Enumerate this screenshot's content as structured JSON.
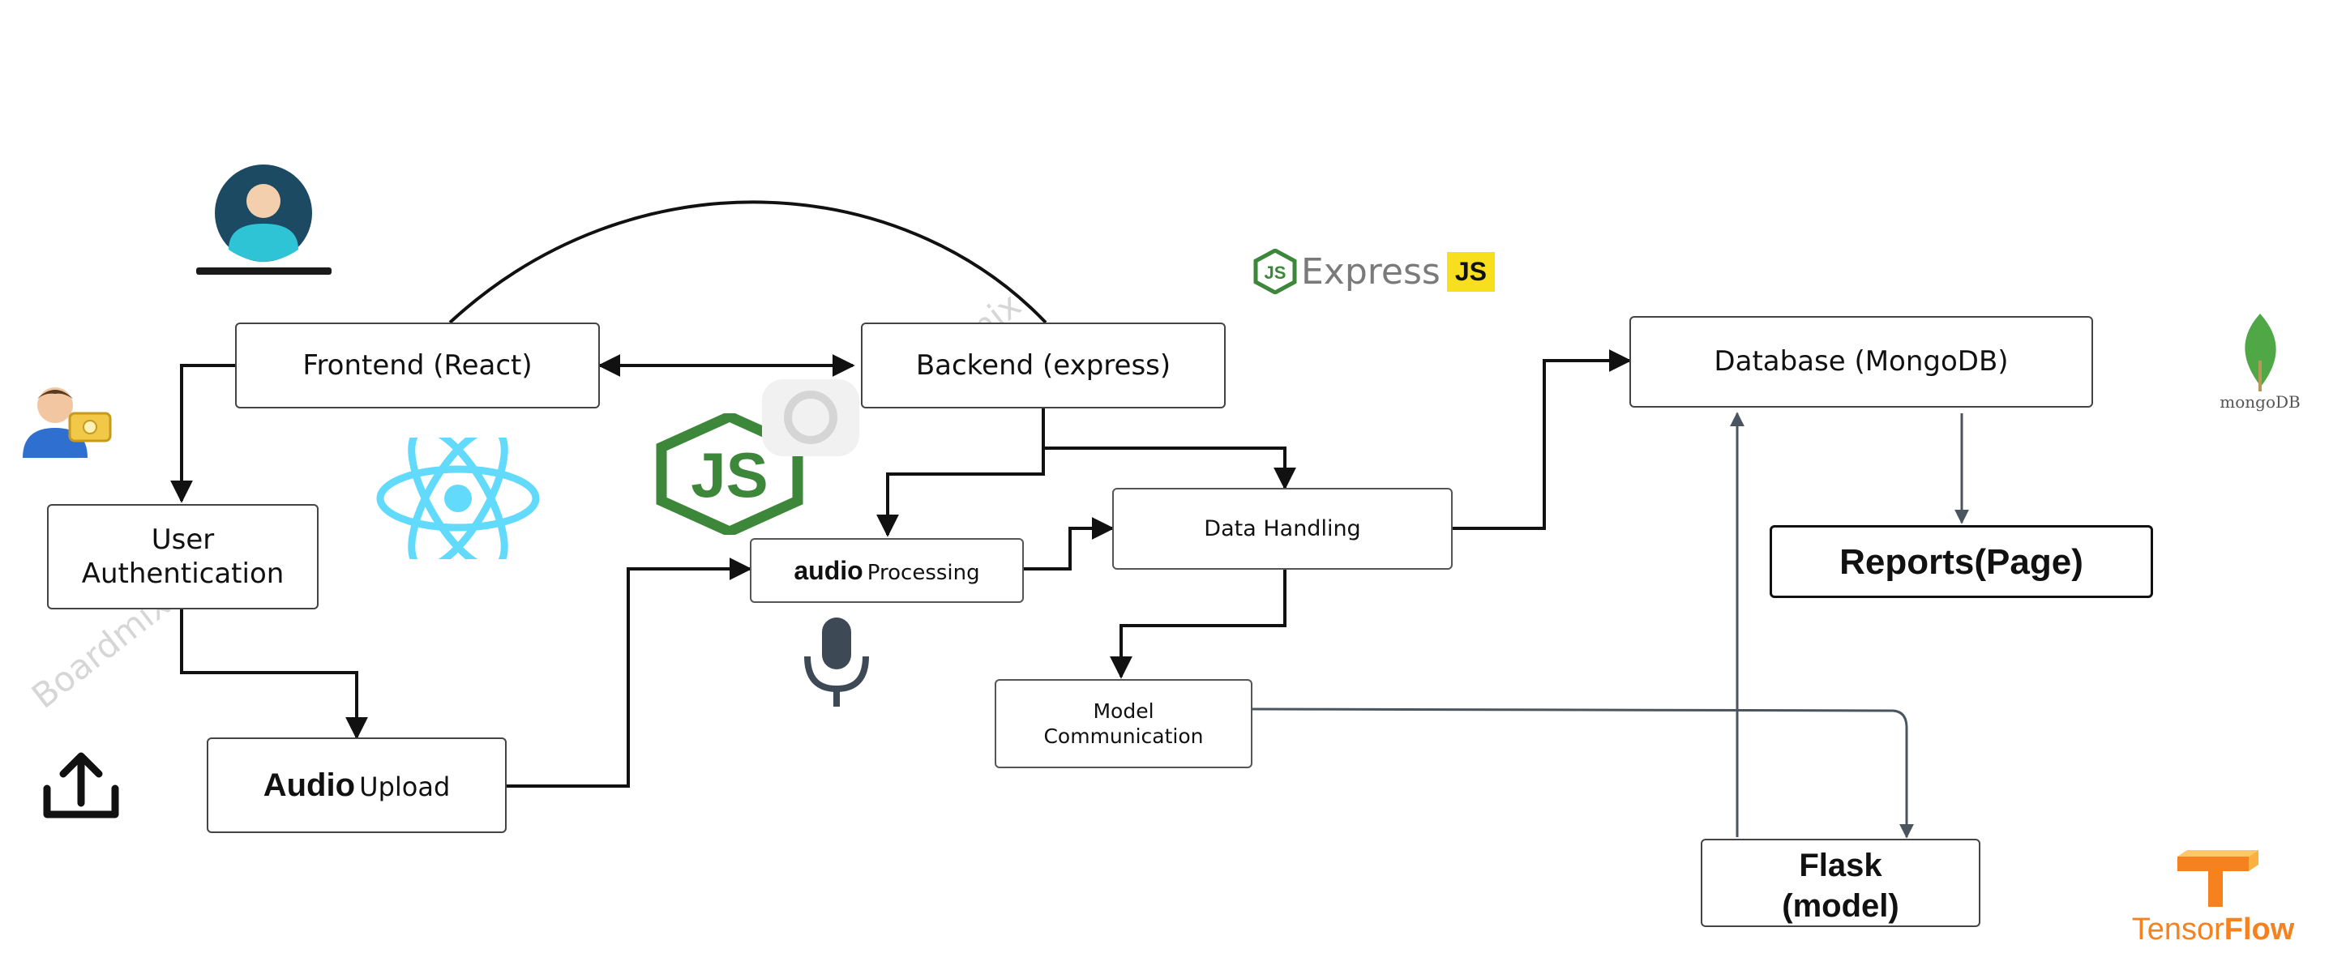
{
  "nodes": {
    "frontend": "Frontend (React)",
    "backend": "Backend (express)",
    "database": "Database (MongoDB)",
    "user_auth": "User\nAuthentication",
    "audio_processing_a": "audio",
    "audio_processing_b": "Processing",
    "data_handling": "Data Handling",
    "reports": "Reports(Page)",
    "model_comm": "Model\nCommunication",
    "audio_upload_a": "Audio",
    "audio_upload_b": "Upload",
    "flask": "Flask\n(model)"
  },
  "logos": {
    "express_text": "Express",
    "express_badge": "JS",
    "mongo_text": "mongoDB",
    "tensorflow_a": "Tensor",
    "tensorflow_b": "Flow",
    "node_js": "JS"
  },
  "watermark": {
    "text": "Boardmix"
  },
  "colors": {
    "react": "#61dafb",
    "node_green": "#3c873a",
    "mongo_green": "#4fa845",
    "tensorflow_orange": "#f5811f",
    "express_badge": "#f7df1e",
    "avatar_bg": "#1c4a63",
    "avatar_body": "#2ec4d6",
    "line": "#111111",
    "line_grey": "#4a5560"
  }
}
